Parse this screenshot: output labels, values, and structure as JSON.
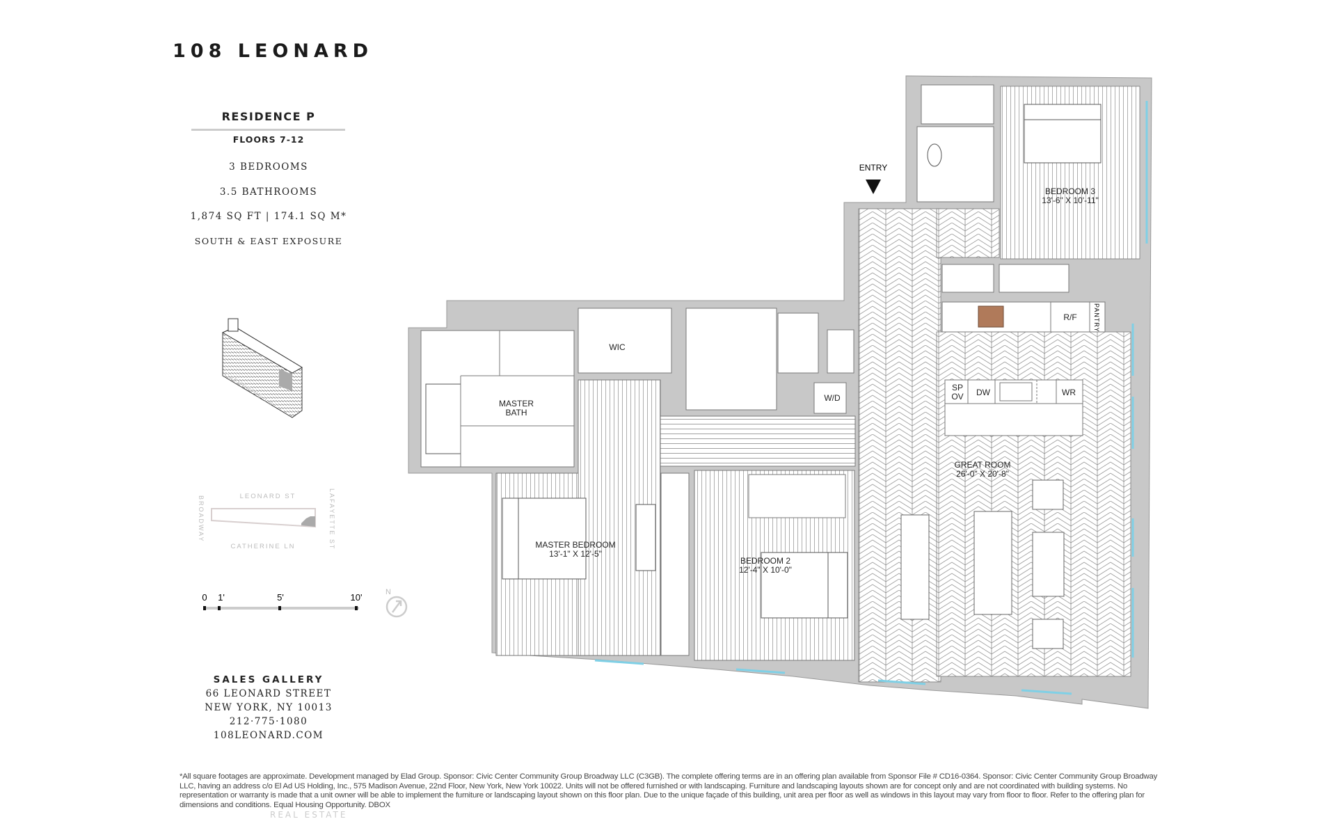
{
  "header": {
    "title": "108 LEONARD"
  },
  "residence": {
    "name": "RESIDENCE P",
    "floors": "FLOORS 7-12",
    "bedrooms": "3 BEDROOMS",
    "bathrooms": "3.5 BATHROOMS",
    "area": "1,874 SQ FT | 174.1 SQ M*",
    "exposure": "SOUTH & EAST EXPOSURE"
  },
  "key_map": {
    "building_street": "CATHERINE LN",
    "north": "LEONARD ST",
    "south": "CATHERINE LN",
    "west": "BROADWAY",
    "east": "LAFAYETTE ST"
  },
  "scale_bar": {
    "ticks": [
      "0",
      "1'",
      "5'",
      "10'"
    ],
    "north_label": "N"
  },
  "plan": {
    "entry": "ENTRY",
    "rooms": [
      {
        "name": "BEDROOM 3",
        "dims": "13'-6\" X 10'-11\""
      },
      {
        "name": "GREAT ROOM",
        "dims": "26'-0\" X 20'-8\""
      },
      {
        "name": "MASTER BEDROOM",
        "dims": "13'-1\" X 12'-5\""
      },
      {
        "name": "BEDROOM 2",
        "dims": "12'-4\" X 10'-0\""
      },
      {
        "name": "MASTER BATH",
        "dims": ""
      },
      {
        "name": "WIC",
        "dims": ""
      }
    ],
    "master_bath_lines": [
      "MASTER",
      "BATH"
    ],
    "appliances": {
      "wd": "W/D",
      "sp": "SP",
      "ov": "OV",
      "dw": "DW",
      "wr": "WR",
      "rf": "R/F",
      "pantry": "PANTRY"
    },
    "colors": {
      "wall": "#c8c8c8",
      "window": "#7fd0e6",
      "range": "#b07a5a"
    }
  },
  "sales_gallery": {
    "heading": "SALES GALLERY",
    "address1": "66 LEONARD STREET",
    "address2": "NEW YORK, NY 10013",
    "phone": "212·775·1080",
    "website": "108LEONARD.COM"
  },
  "footer": {
    "disclaimer": "*All square footages are approximate. Development managed by Elad Group. Sponsor: Civic Center Community Group Broadway LLC (C3GB). The complete offering terms are in an offering plan available from Sponsor File # CD16-0364. Sponsor: Civic Center Community Group Broadway LLC, having an address c/o El Ad US Holding, Inc., 575 Madison Avenue, 22nd Floor, New York, New York 10022. Units will not be offered furnished or with landscaping. Furniture and landscaping layouts shown are for concept only and are not coordinated with building systems. No representation or warranty is made that a unit owner will be able to implement the furniture or landscaping layout shown on this floor plan. Due to the unique façade of this building, unit area per floor as well as windows in this layout may vary from floor to floor. Refer to the offering plan for dimensions and conditions. Equal Housing Opportunity. DBOX",
    "watermark": "REAL ESTATE"
  }
}
